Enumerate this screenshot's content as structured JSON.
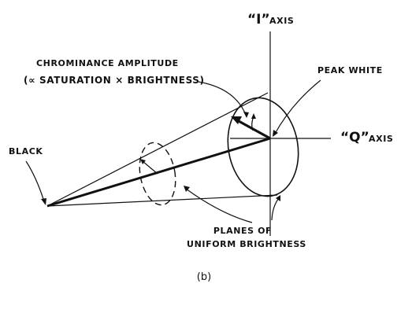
{
  "diagram": {
    "i_axis": {
      "quoted": "“I”",
      "word": "AXIS"
    },
    "q_axis": {
      "quoted": "“Q”",
      "word": "AXIS"
    },
    "chroma_label": {
      "line1": "CHROMINANCE AMPLITUDE",
      "line2": "(∝ SATURATION × BRIGHTNESS)"
    },
    "peak_white_label": "PEAK WHITE",
    "black_label": "BLACK",
    "planes_label": {
      "line1": "PLANES OF",
      "line2": "UNIFORM BRIGHTNESS"
    },
    "caption": "(b)"
  }
}
